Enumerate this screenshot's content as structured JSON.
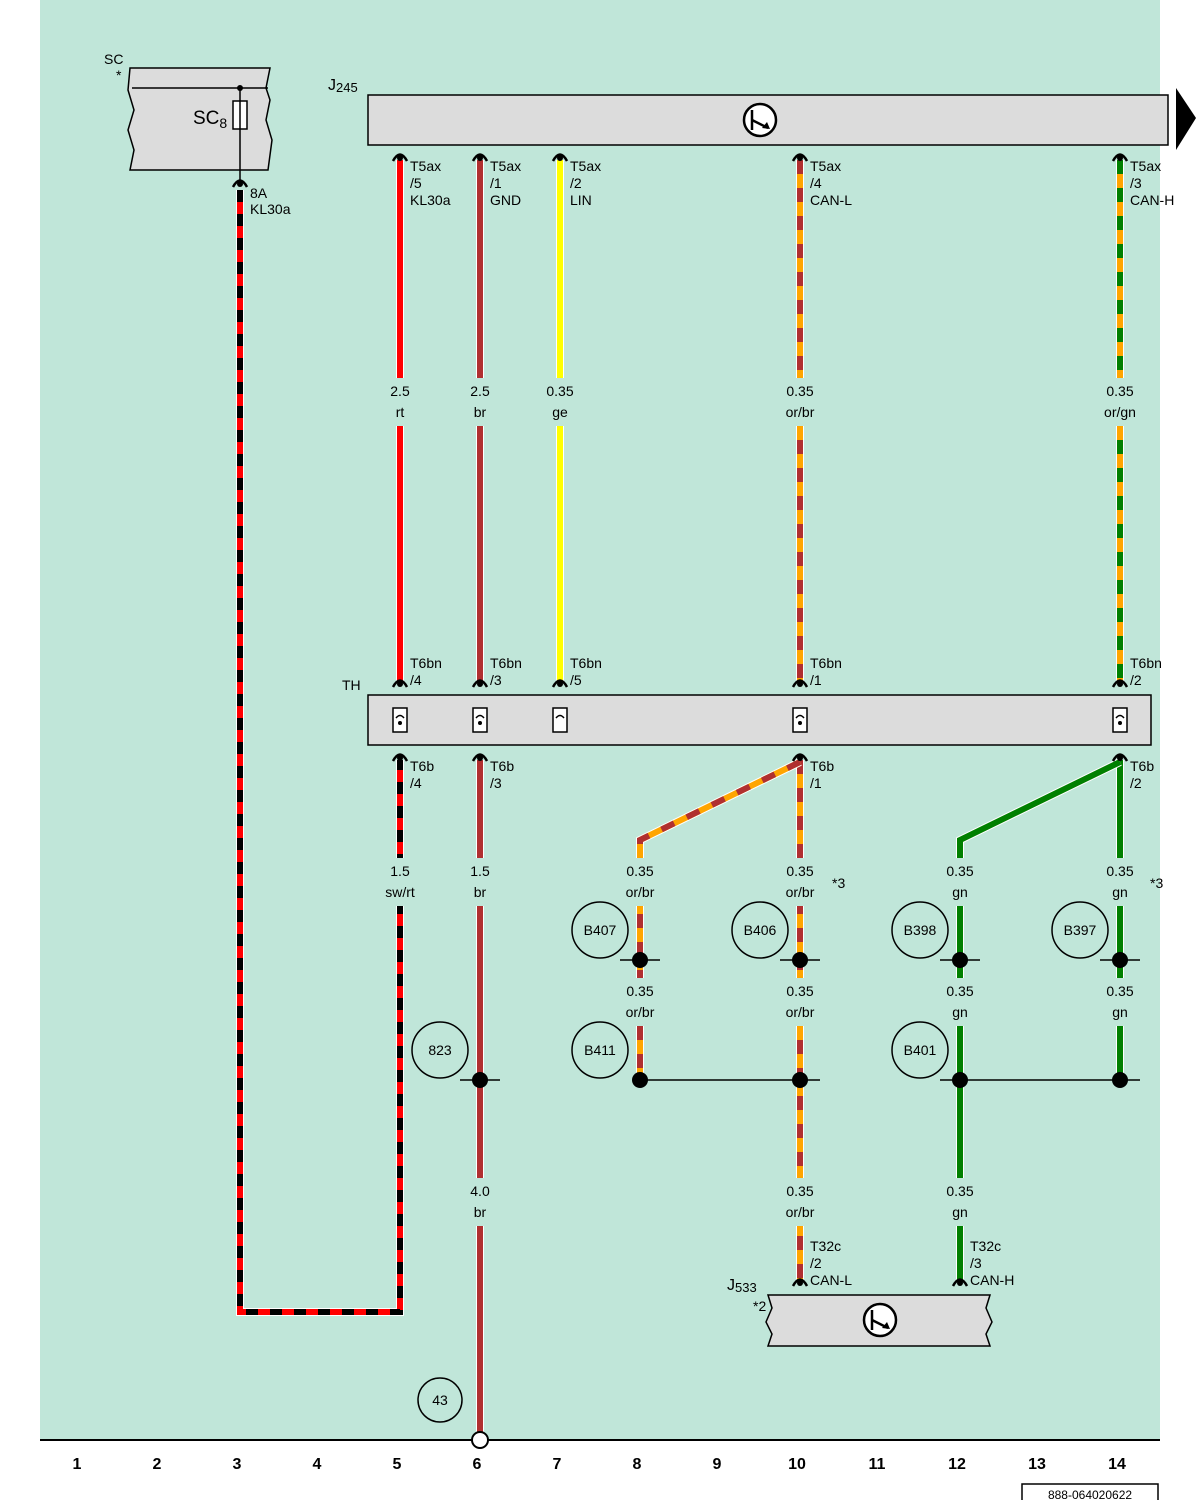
{
  "fuse_block": {
    "name": "SC",
    "star": "*",
    "fuse": "SC",
    "fuse_sub": "8",
    "amp": "8A",
    "terminal": "KL30a"
  },
  "module_top": {
    "name": "J",
    "sub": "245"
  },
  "connector_top": [
    {
      "pin": "T5ax",
      "num": "/5",
      "sig": "KL30a",
      "size": "2.5",
      "color": "rt"
    },
    {
      "pin": "T5ax",
      "num": "/1",
      "sig": "GND",
      "size": "2.5",
      "color": "br"
    },
    {
      "pin": "T5ax",
      "num": "/2",
      "sig": "LIN",
      "size": "0.35",
      "color": "ge"
    },
    {
      "pin": "T5ax",
      "num": "/4",
      "sig": "CAN-L",
      "size": "0.35",
      "color": "or/br"
    },
    {
      "pin": "T5ax",
      "num": "/3",
      "sig": "CAN-H",
      "size": "0.35",
      "color": "or/gn"
    }
  ],
  "th_block": {
    "name": "TH"
  },
  "t6bn": [
    {
      "pin": "T6bn",
      "num": "/4"
    },
    {
      "pin": "T6bn",
      "num": "/3"
    },
    {
      "pin": "T6bn",
      "num": "/5"
    },
    {
      "pin": "T6bn",
      "num": "/1"
    },
    {
      "pin": "T6bn",
      "num": "/2"
    }
  ],
  "t6b": [
    {
      "pin": "T6b",
      "num": "/4"
    },
    {
      "pin": "T6b",
      "num": "/3"
    },
    {
      "pin": "T6b",
      "num": "/1"
    },
    {
      "pin": "T6b",
      "num": "/2"
    }
  ],
  "lower_wires": [
    {
      "size": "1.5",
      "color": "sw/rt"
    },
    {
      "size": "1.5",
      "color": "br"
    },
    {
      "size": "0.35",
      "color": "or/br"
    },
    {
      "size": "0.35",
      "color": "or/br"
    },
    {
      "size": "0.35",
      "color": "gn"
    },
    {
      "size": "0.35",
      "color": "gn"
    }
  ],
  "notes": {
    "n1": "*3",
    "n2": "*3"
  },
  "splices_top": [
    "B407",
    "B406",
    "B398",
    "B397"
  ],
  "mid_wires": [
    {
      "size": "0.35",
      "color": "or/br"
    },
    {
      "size": "0.35",
      "color": "or/br"
    },
    {
      "size": "0.35",
      "color": "gn"
    },
    {
      "size": "0.35",
      "color": "gn"
    }
  ],
  "splices_mid": [
    "823",
    "B411",
    "B401"
  ],
  "bottom_wires": [
    {
      "size": "4.0",
      "color": "br"
    },
    {
      "size": "0.35",
      "color": "or/br"
    },
    {
      "size": "0.35",
      "color": "gn"
    }
  ],
  "t32c": [
    {
      "pin": "T32c",
      "num": "/2",
      "sig": "CAN-L"
    },
    {
      "pin": "T32c",
      "num": "/3",
      "sig": "CAN-H"
    }
  ],
  "module_bottom": {
    "name": "J",
    "sub": "533",
    "star": "*2"
  },
  "ground": {
    "ref": "43"
  },
  "columns": [
    "1",
    "2",
    "3",
    "4",
    "5",
    "6",
    "7",
    "8",
    "9",
    "10",
    "11",
    "12",
    "13",
    "14"
  ],
  "doc_id": "888-064020622",
  "colors": {
    "background": "#c0e6d9",
    "red": "#ff0000",
    "brown": "#b03030",
    "yellow": "#ffff00",
    "orange": "#ffa500",
    "green": "#008000",
    "module": "#dcdcdc"
  }
}
